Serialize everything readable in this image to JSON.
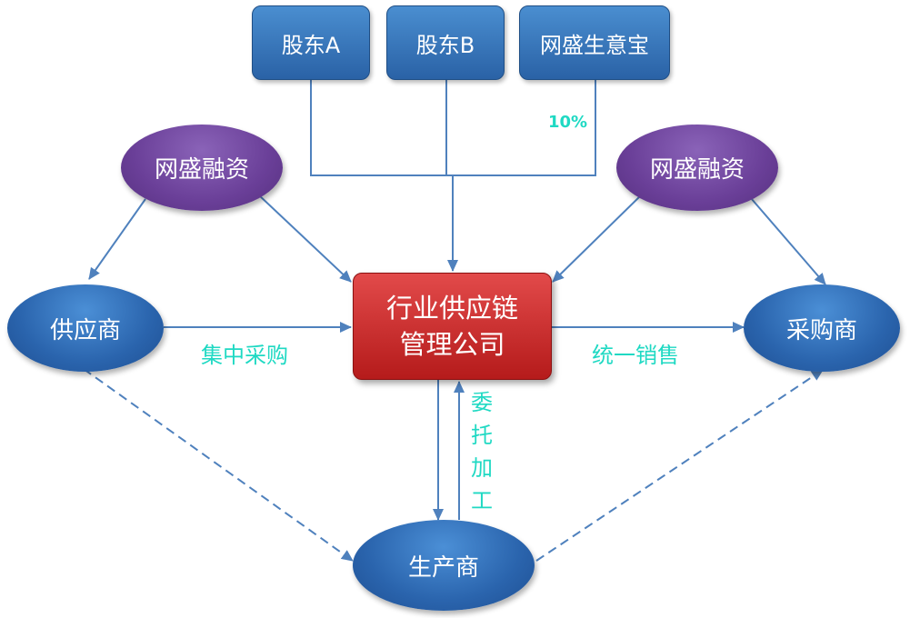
{
  "shareholders": [
    "股东A",
    "股东B",
    "网盛生意宝"
  ],
  "share_label": "10%",
  "finance_left": "网盛融资",
  "finance_right": "网盛融资",
  "supplier": "供应商",
  "purchaser": "采购商",
  "producer": "生产商",
  "center": {
    "line1": "行业供应链",
    "line2": "管理公司"
  },
  "flow_labels": {
    "procurement": "集中采购",
    "sales": "统一销售",
    "processing": [
      "委",
      "托",
      "加",
      "工"
    ]
  },
  "colors": {
    "arrow": "#4f81bd",
    "label": "#1fd9c3",
    "center_box": "#c0282d",
    "finance": "#6a3f98",
    "node_blue": "#2e6db4"
  }
}
